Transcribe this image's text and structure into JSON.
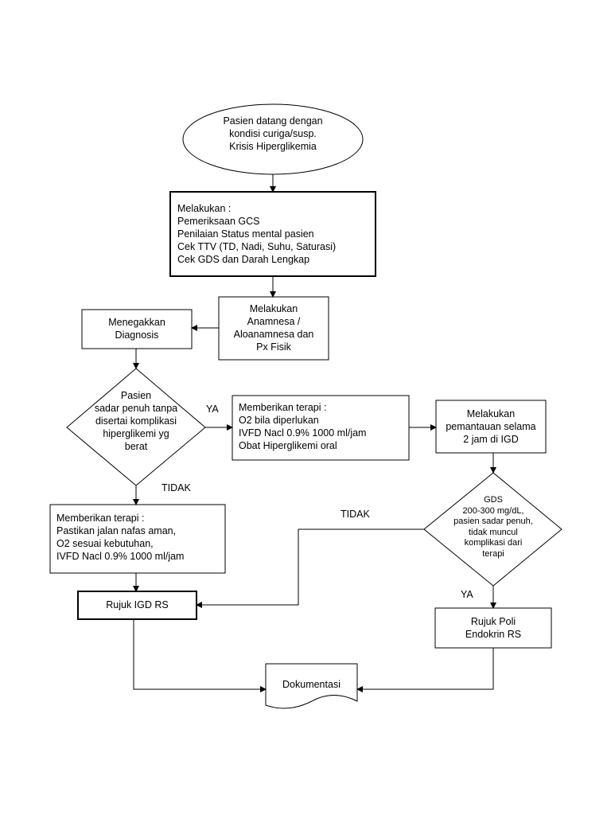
{
  "start": {
    "lines": [
      "Pasien datang dengan",
      "kondisi curiga/susp.",
      "Krisis Hiperglikemia"
    ]
  },
  "assessment": {
    "lines": [
      "Melakukan :",
      "Pemeriksaan GCS",
      "Penilaian Status mental pasien",
      "Cek TTV (TD, Nadi, Suhu, Saturasi)",
      "Cek GDS dan Darah Lengkap"
    ]
  },
  "anamnesis": {
    "lines": [
      "Melakukan",
      "Anamnesa /",
      "Aloanamnesa dan",
      "Px Fisik"
    ]
  },
  "diagnosis": {
    "lines": [
      "Menegakkan",
      "Diagnosis"
    ]
  },
  "decision1": {
    "lines": [
      "Pasien",
      "sadar penuh tanpa",
      "disertai komplikasi",
      "hiperglikemi yg",
      "berat"
    ]
  },
  "therapy_oral": {
    "lines": [
      "Memberikan terapi :",
      "O2 bila diperlukan",
      "IVFD Nacl 0.9% 1000 ml/jam",
      "Obat Hiperglikemi oral"
    ]
  },
  "monitoring": {
    "lines": [
      "Melakukan",
      "pemantauan selama",
      "2 jam di IGD"
    ]
  },
  "decision2": {
    "lines": [
      "GDS",
      "200-300 mg/dL,",
      "pasien sadar penuh,",
      "tidak muncul",
      "komplikasi dari",
      "terapi"
    ]
  },
  "therapy_iv": {
    "lines": [
      "Memberikan terapi :",
      "Pastikan jalan nafas aman,",
      "O2 sesuai kebutuhan,",
      "IVFD Nacl 0.9% 1000 ml/jam"
    ]
  },
  "refer_igd": {
    "label": "Rujuk IGD RS"
  },
  "refer_poli": {
    "lines": [
      "Rujuk Poli",
      "Endokrin RS"
    ]
  },
  "documentation": {
    "label": "Dokumentasi"
  },
  "labels": {
    "ya1": "YA",
    "tidak1": "TIDAK",
    "tidak2": "TIDAK",
    "ya2": "YA"
  }
}
